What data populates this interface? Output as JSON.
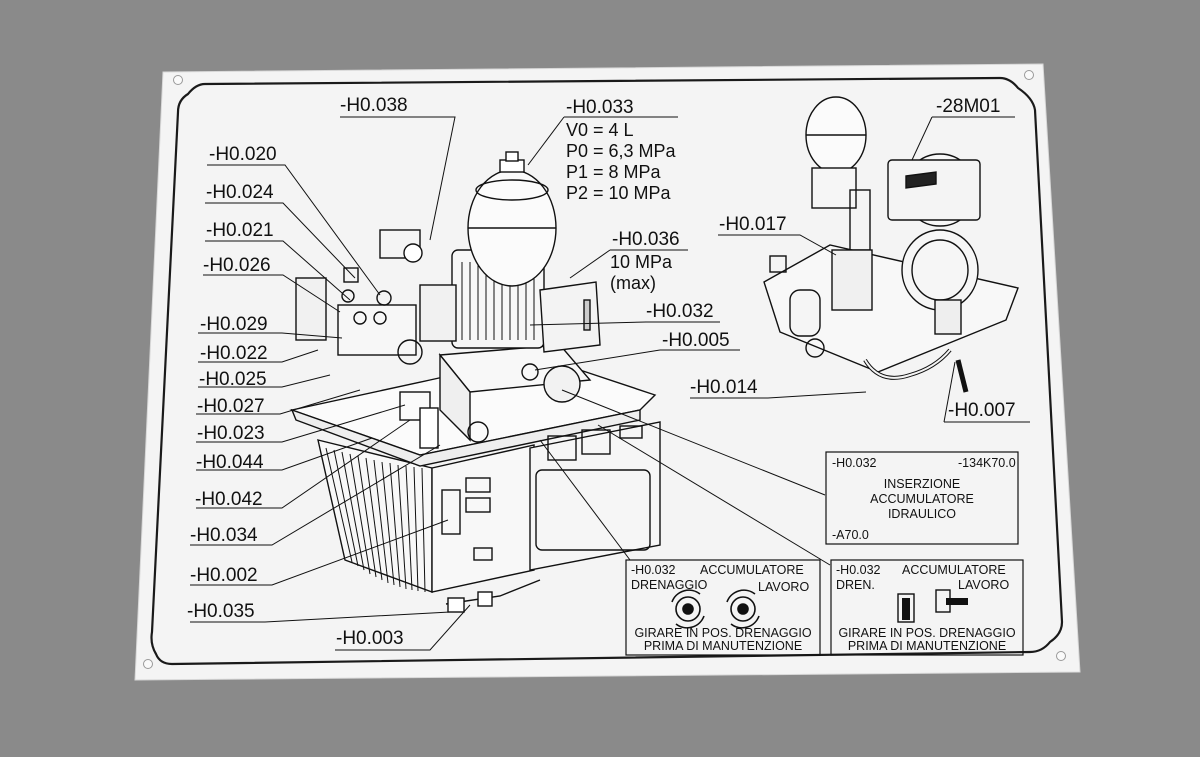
{
  "callouts": {
    "h0038": "-H0.038",
    "h0033": "-H0.033",
    "h0020": "-H0.020",
    "h0024": "-H0.024",
    "h0021": "-H0.021",
    "h0026": "-H0.026",
    "h0029": "-H0.029",
    "h0022": "-H0.022",
    "h0025": "-H0.025",
    "h0027": "-H0.027",
    "h0023": "-H0.023",
    "h0044": "-H0.044",
    "h0042": "-H0.042",
    "h0034": "-H0.034",
    "h0002": "-H0.002",
    "h0035": "-H0.035",
    "h0003": "-H0.003",
    "h0036": "-H0.036",
    "h0032": "-H0.032",
    "h0005": "-H0.005",
    "h0014": "-H0.014",
    "m28": "-28M01",
    "h0017": "-H0.017",
    "h0007": "-H0.007"
  },
  "accumulator_specs": [
    "V0 = 4 L",
    "P0 = 6,3 MPa",
    "P1 = 8 MPa",
    "P2 = 10 MPa"
  ],
  "pressure_max": [
    "10 MPa",
    "(max)"
  ],
  "info_box": {
    "tag": "-H0.032",
    "code": "-134K70.0",
    "lines": [
      "INSERZIONE",
      "ACCUMULATORE",
      "IDRAULICO"
    ],
    "location": "-A70.0"
  },
  "valve_plate_left": {
    "tag": "-H0.032",
    "title": "ACCUMULATORE",
    "left_label": "DRENAGGIO",
    "right_label": "LAVORO",
    "warning": [
      "GIRARE IN POS. DRENAGGIO",
      "PRIMA DI MANUTENZIONE"
    ]
  },
  "valve_plate_right": {
    "tag": "-H0.032",
    "title": "ACCUMULATORE",
    "left_label": "DREN.",
    "right_label": "LAVORO",
    "warning": [
      "GIRARE IN POS. DRENAGGIO",
      "PRIMA DI MANUTENZIONE"
    ]
  },
  "colors": {
    "background": "#8a8a8a",
    "plate": "#f3f3f3",
    "ink": "#111111"
  }
}
